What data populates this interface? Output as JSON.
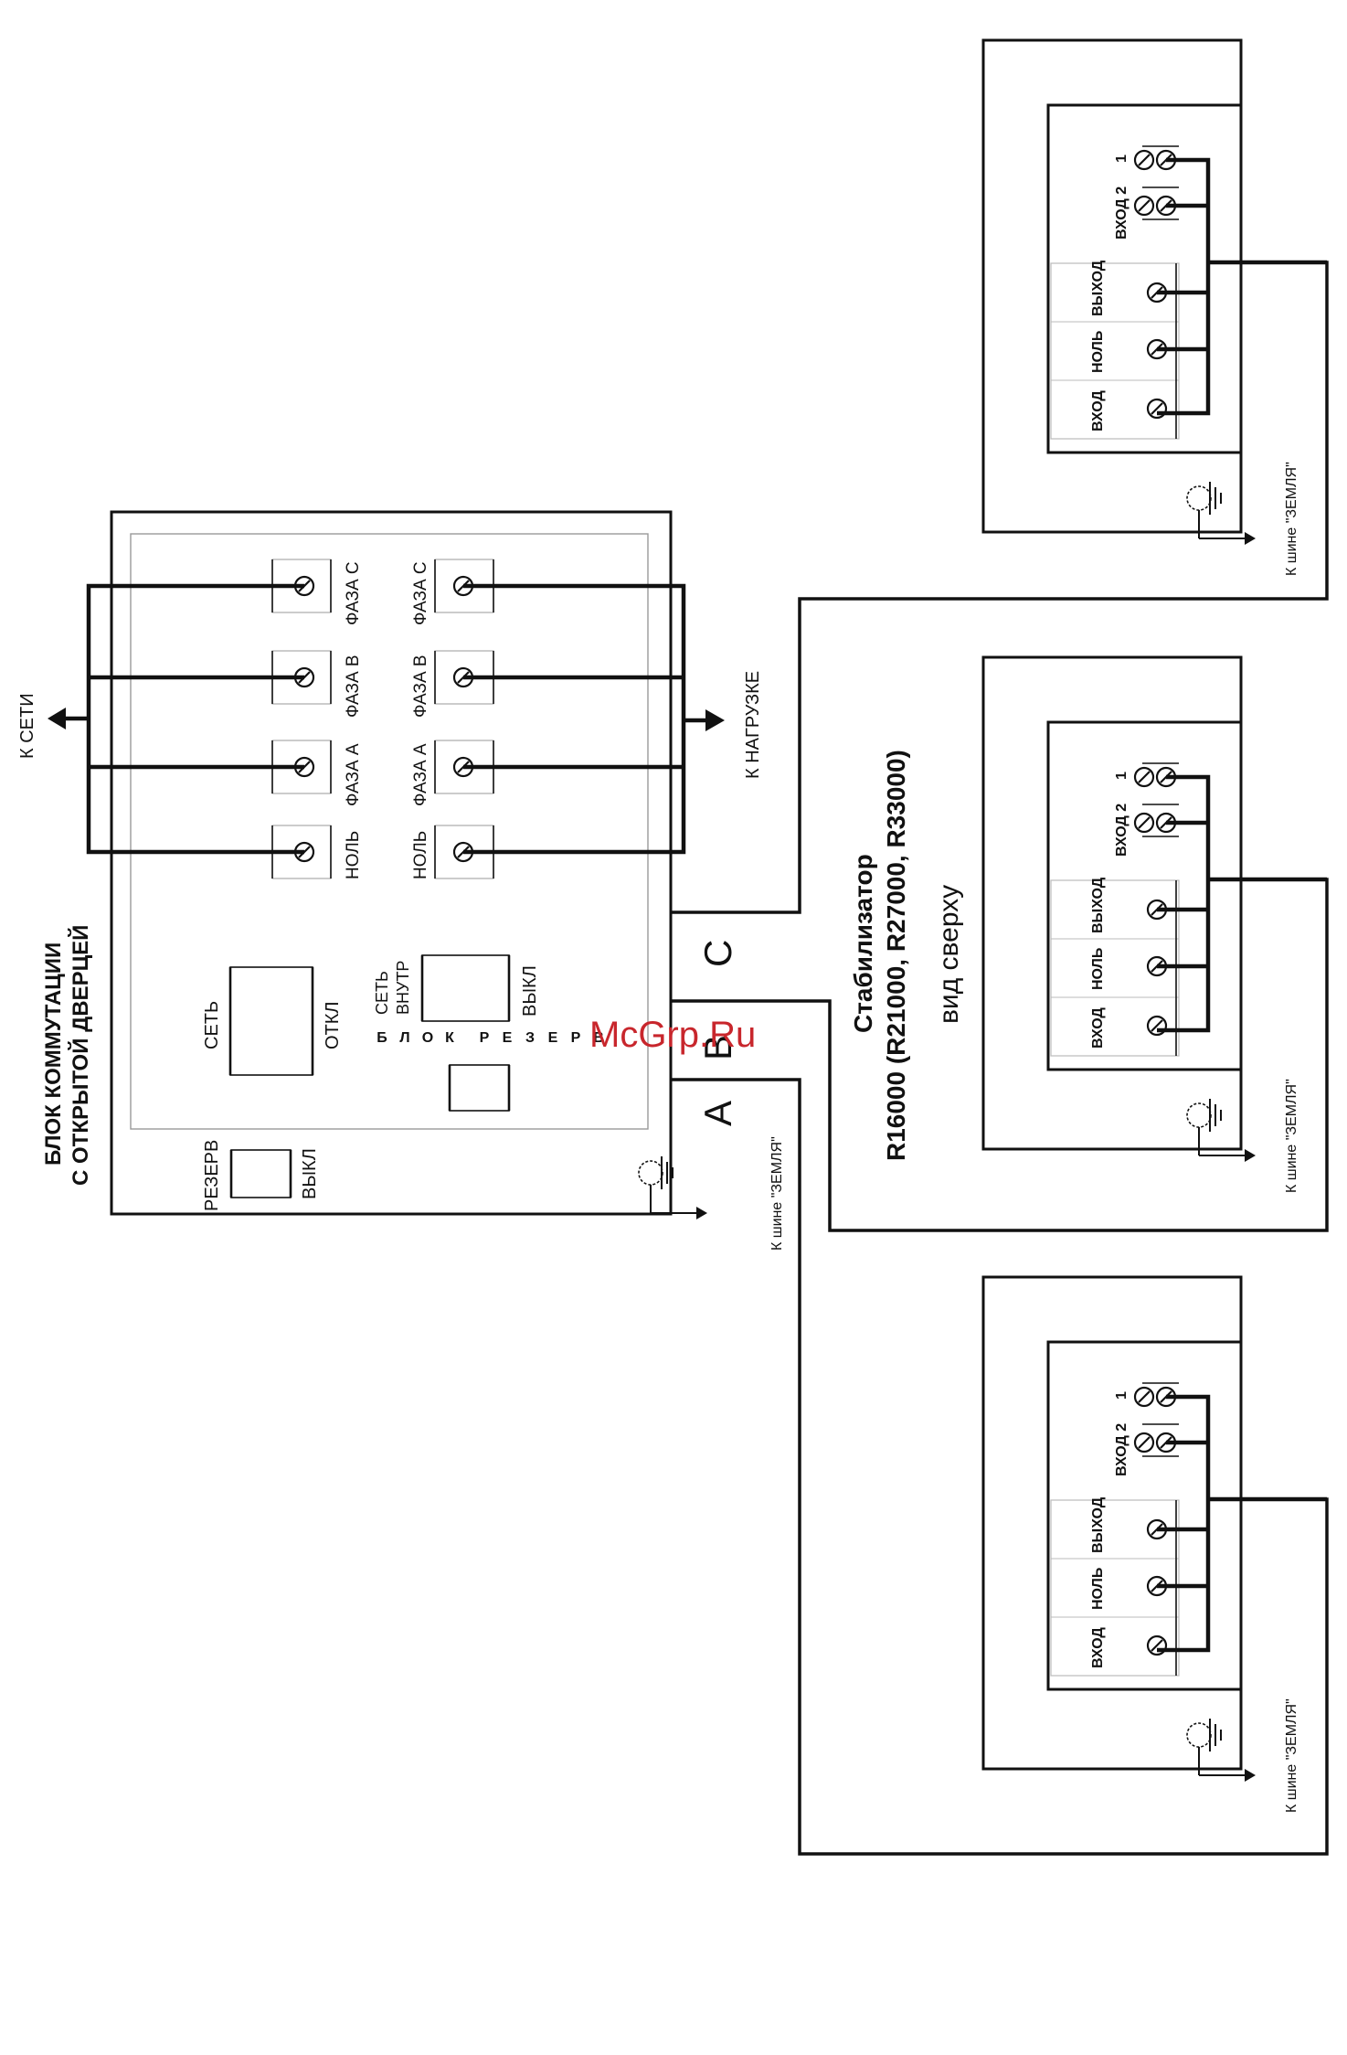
{
  "colors": {
    "line": "#111111",
    "watermark": "#c8262c",
    "background": "#ffffff"
  },
  "switch_block": {
    "title_line1": "БЛОК КОММУТАЦИИ",
    "title_line2": "С ОТКРЫТОЙ ДВЕРЦЕЙ",
    "to_network": "К СЕТИ",
    "to_load": "К НАГРУЗКЕ",
    "switch_reserve_top": "РЕЗЕРВ",
    "switch_reserve_bottom": "ВЫКЛ",
    "switch_network_top": "СЕТЬ",
    "switch_network_bottom": "ОТКЛ",
    "switch_internal_top1": "СЕТЬ",
    "switch_internal_top2": "ВНУТР",
    "switch_internal_bottom": "ВЫКЛ",
    "block_word1": [
      "Б",
      "Л",
      "О",
      "К"
    ],
    "block_word2": [
      "Р",
      "Е",
      "З",
      "Е",
      "Р",
      "В"
    ],
    "input_terminals": [
      "НОЛЬ",
      "ФАЗА А",
      "ФАЗА В",
      "ФАЗА С"
    ],
    "output_terminals": [
      "НОЛЬ",
      "ФАЗА А",
      "ФАЗА В",
      "ФАЗА С"
    ],
    "ground_label": "К шине \"ЗЕМЛЯ\""
  },
  "phases": [
    "A",
    "B",
    "C"
  ],
  "stabilizer": {
    "title_line1": "Стабилизатор",
    "title_line2": "R16000 (R21000, R27000, R33000)",
    "view": "вид сверху"
  },
  "stabilizer_unit": {
    "terminal_labels": [
      "ВХОД",
      "НОЛЬ",
      "ВЫХОД"
    ],
    "input2_label": "ВХОД 2",
    "input2_num": "1",
    "ground_label": "К шине \"ЗЕМЛЯ\""
  },
  "watermark": "McGrp.Ru"
}
